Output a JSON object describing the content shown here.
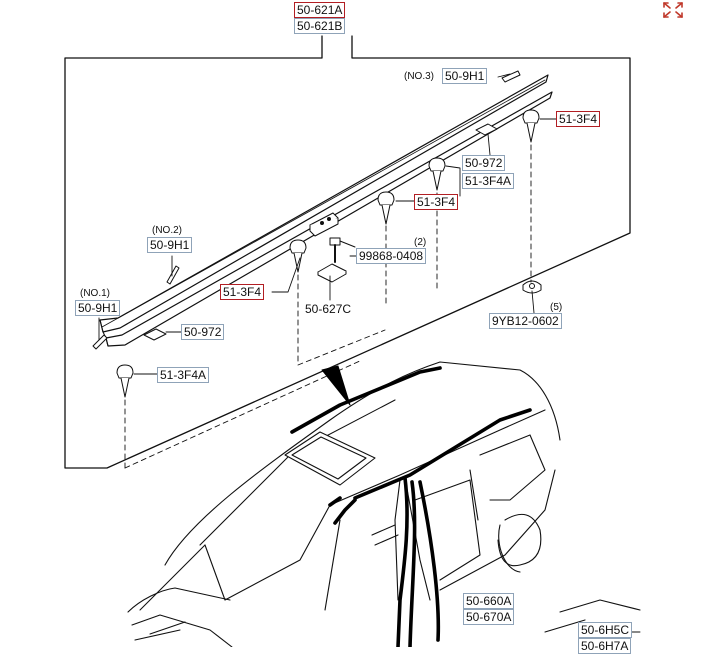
{
  "viewer": {
    "accent": "#b21e23",
    "callout_border": "#8fa3b8",
    "expand_icon": "expand-arrows-icon"
  },
  "diagram": {
    "labels": {
      "l_50_621A": "50-621A",
      "l_50_621B": "50-621B",
      "l_50_9H1_no3": "50-9H1",
      "l_51_3F4_a": "51-3F4",
      "l_50_972_a": "50-972",
      "l_51_3F4A_a": "51-3F4A",
      "l_51_3F4_b": "51-3F4",
      "l_50_9H1_no2": "50-9H1",
      "l_99868_0408": "99868-0408",
      "l_51_3F4_c": "51-3F4",
      "l_50_627C": "50-627C",
      "l_50_9H1_no1": "50-9H1",
      "l_50_972_b": "50-972",
      "l_9YB12_0602": "9YB12-0602",
      "l_51_3F4A_b": "51-3F4A",
      "l_50_660A": "50-660A",
      "l_50_670A": "50-670A",
      "l_50_6H5C": "50-6H5C",
      "l_50_6H7A": "50-6H7A"
    },
    "notes": {
      "no3": "(NO.3)",
      "no2": "(NO.2)",
      "no1": "(NO.1)",
      "qty2": "(2)",
      "qty5": "(5)"
    }
  }
}
